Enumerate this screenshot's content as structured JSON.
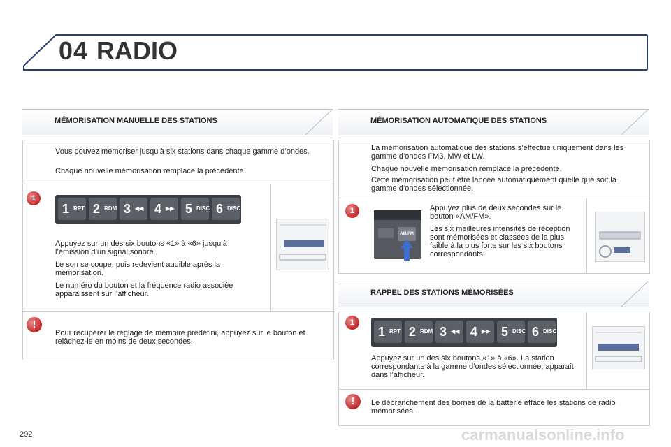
{
  "header": {
    "chapter_number": "04",
    "chapter_title": "RADIO"
  },
  "left": {
    "section_title": "MÉMORISATION MANUELLE DES STATIONS",
    "intro": [
      "Vous pouvez mémoriser jusqu’à six stations dans chaque gamme d’ondes.",
      "Chaque nouvelle mémorisation remplace la précédente."
    ],
    "step_number": "1",
    "step_text": [
      "Appuyez sur un des six boutons «1» à «6» jusqu’à l’émission d’un signal sonore.",
      "Le son se coupe, puis redevient audible après la mémorisation.",
      "Le numéro du bouton et la fréquence radio associée apparaissent sur l’afficheur."
    ],
    "warning_symbol": "!",
    "warning_text": "Pour récupérer le réglage de mémoire prédéfini, appuyez sur le bouton et relâchez-le en moins de deux secondes."
  },
  "right_top": {
    "section_title": "MÉMORISATION AUTOMATIQUE DES STATIONS",
    "intro": [
      "La mémorisation automatique des stations s’effectue uniquement dans les gamme d’ondes FM3, MW et LW.",
      "Chaque nouvelle mémorisation remplace la précédente.",
      "Cette mémorisation peut être lancée automatiquement quelle que soit la gamme d’ondes sélectionnée."
    ],
    "step_number": "1",
    "step_text": [
      "Appuyez plus de deux secondes sur le bouton «AM/FM».",
      "Les six meilleures intensités de réception sont mémorisées et classées de la plus faible à la plus forte sur les six boutons correspondants."
    ],
    "button_label": "AM/FM"
  },
  "right_bottom": {
    "section_title": "RAPPEL DES STATIONS MÉMORISÉES",
    "step_number": "1",
    "step_text": "Appuyez sur un des six boutons «1» à «6». La station correspondante à la gamme d’ondes sélectionnée, apparaît dans l’afficheur.",
    "warning_symbol": "!",
    "warning_text": "Le débranchement des bornes de la batterie efface les stations de radio mémorisées."
  },
  "preset_buttons": [
    {
      "num": "1",
      "label": "RPT"
    },
    {
      "num": "2",
      "label": "RDM"
    },
    {
      "num": "3",
      "label": "◀◀"
    },
    {
      "num": "4",
      "label": "▶▶"
    },
    {
      "num": "5",
      "label": "DISC"
    },
    {
      "num": "6",
      "label": "DISC"
    }
  ],
  "footer": {
    "page_number": "292",
    "watermark": "carmanualsonline.info"
  },
  "colors": {
    "accent_red": "#c0282b",
    "frame_blue": "#2c3f6e",
    "line_grey": "#c9ced4"
  }
}
